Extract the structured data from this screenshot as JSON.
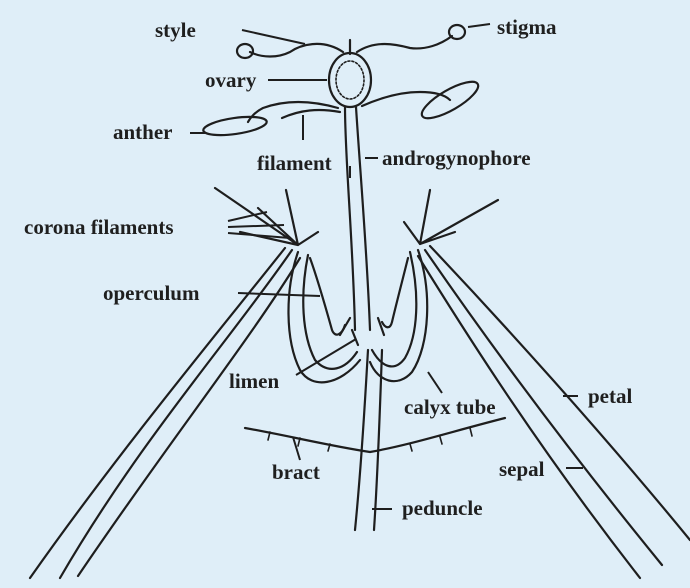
{
  "labels": {
    "style": "style",
    "stigma": "stigma",
    "ovary": "ovary",
    "anther": "anther",
    "filament": "filament",
    "androgynophore": "androgynophore",
    "corona_filaments": "corona filaments",
    "operculum": "operculum",
    "limen": "limen",
    "calyx_tube": "calyx tube",
    "petal": "petal",
    "bract": "bract",
    "sepal": "sepal",
    "peduncle": "peduncle"
  },
  "colors": {
    "background": "#dfeef8",
    "ink": "#1e1e1e"
  }
}
